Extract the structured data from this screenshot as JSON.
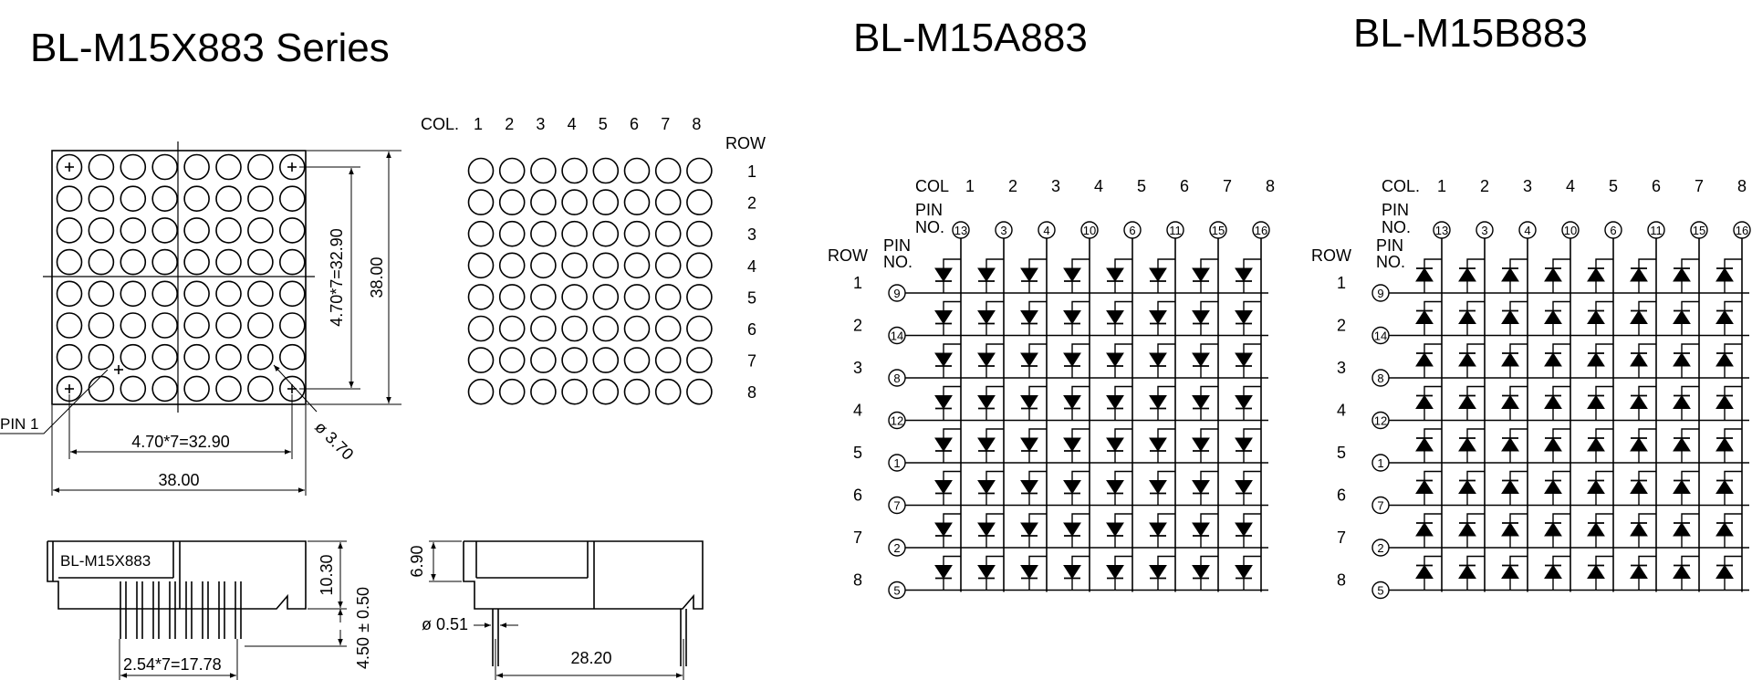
{
  "titles": {
    "series": "BL-M15X883 Series",
    "model_a": "BL-M15A883",
    "model_b": "BL-M15B883"
  },
  "front_view": {
    "pin1_label": "PIN 1",
    "dim_pitch_horizontal": "4.70*7=32.90",
    "dim_width": "38.00",
    "dim_pitch_vertical": "4.70*7=32.90",
    "dim_height": "38.00",
    "dim_dot_diameter": "ø 3.70"
  },
  "layout_view": {
    "col_label": "COL.",
    "row_label": "ROW",
    "columns": [
      "1",
      "2",
      "3",
      "4",
      "5",
      "6",
      "7",
      "8"
    ],
    "rows": [
      "1",
      "2",
      "3",
      "4",
      "5",
      "6",
      "7",
      "8"
    ]
  },
  "side_view": {
    "part_label": "BL-M15X883",
    "dim_body_height": "10.30",
    "dim_pin_length": "4.50 ± 0.50",
    "dim_pin_pitch": "2.54*7=17.78",
    "dim_body_depth": "6.90",
    "dim_pin_diameter": "ø 0.51",
    "dim_pin_span": "28.20"
  },
  "schematic_a": {
    "col_label": "COL",
    "pin_label_line1": "PIN",
    "pin_label_line2": "NO.",
    "row_label": "ROW",
    "columns": [
      "1",
      "2",
      "3",
      "4",
      "5",
      "6",
      "7",
      "8"
    ],
    "column_pins": [
      "13",
      "3",
      "4",
      "10",
      "6",
      "11",
      "15",
      "16"
    ],
    "rows": [
      "1",
      "2",
      "3",
      "4",
      "5",
      "6",
      "7",
      "8"
    ],
    "row_pins": [
      "9",
      "14",
      "8",
      "12",
      "1",
      "7",
      "2",
      "5"
    ]
  },
  "schematic_b": {
    "col_label": "COL.",
    "pin_label_line1": "PIN",
    "pin_label_line2": "NO.",
    "row_label": "ROW",
    "columns": [
      "1",
      "2",
      "3",
      "4",
      "5",
      "6",
      "7",
      "8"
    ],
    "column_pins": [
      "13",
      "3",
      "4",
      "10",
      "6",
      "11",
      "15",
      "16"
    ],
    "rows": [
      "1",
      "2",
      "3",
      "4",
      "5",
      "6",
      "7",
      "8"
    ],
    "row_pins": [
      "9",
      "14",
      "8",
      "12",
      "1",
      "7",
      "2",
      "5"
    ]
  }
}
